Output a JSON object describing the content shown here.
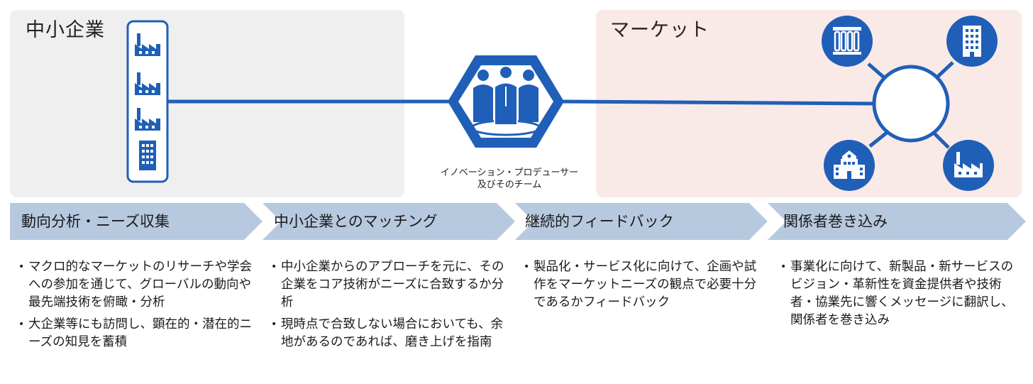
{
  "panels": {
    "sme_title": "中小企業",
    "market_title": "マーケット"
  },
  "team": {
    "caption_line1": "イノベーション・プロデューサー",
    "caption_line2": "及びそのチーム"
  },
  "colors": {
    "accent": "#1f5fb8",
    "sme_panel": "#efefef",
    "market_panel": "#f9e9e7",
    "arrow": "#b7c9df"
  },
  "icons": {
    "sme_column": [
      "factory-icon",
      "factory-icon",
      "factory-icon",
      "office-building-icon"
    ],
    "market_nodes": [
      "laboratory-icon",
      "office-building-icon",
      "school-icon",
      "factory-icon"
    ],
    "team": "team-people-icon"
  },
  "steps": [
    {
      "label": "動向分析・ニーズ収集",
      "bullets": [
        "マクロ的なマーケットのリサーチや学会への参加を通じて、グローバルの動向や最先端技術を俯瞰・分析",
        "大企業等にも訪問し、顕在的・潜在的ニーズの知見を蓄積"
      ]
    },
    {
      "label": "中小企業とのマッチング",
      "bullets": [
        "中小企業からのアプローチを元に、その企業をコア技術がニーズに合致するか分析",
        "現時点で合致しない場合においても、余地があるのであれば、磨き上げを指南"
      ]
    },
    {
      "label": "継続的フィードバック",
      "bullets": [
        "製品化・サービス化に向けて、企画や試作をマーケットニーズの観点で必要十分であるかフィードバック"
      ]
    },
    {
      "label": "関係者巻き込み",
      "bullets": [
        "事業化に向けて、新製品・新サービスのビジョン・革新性を資金提供者や技術者・協業先に響くメッセージに翻訳し、関係者を巻き込み"
      ]
    }
  ]
}
